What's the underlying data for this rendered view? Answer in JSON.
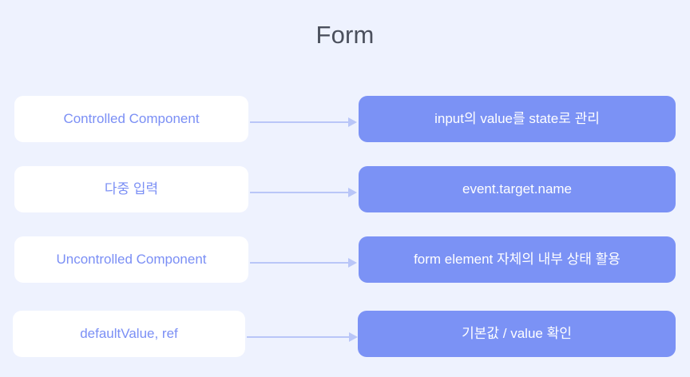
{
  "slide": {
    "title": "Form",
    "background_color": "#eef2fe",
    "title_color": "#4b505d",
    "card_left_bg": "#ffffff",
    "card_left_text_color": "#7b8ff5",
    "card_right_bg": "#7b92f5",
    "card_right_text_color": "#ffffff",
    "arrow_color": "#b9c6f8"
  },
  "rows": [
    {
      "left_label": "Controlled Component",
      "right_label": "input의 value를 state로 관리",
      "arrow": "arrow-right-icon"
    },
    {
      "left_label": "다중 입력",
      "right_label": "event.target.name",
      "arrow": "arrow-right-icon"
    },
    {
      "left_label": "Uncontrolled Component",
      "right_label": "form element 자체의 내부 상태 활용",
      "arrow": "arrow-right-icon"
    },
    {
      "left_label": "defaultValue, ref",
      "right_label": "기본값 / value 확인",
      "arrow": "arrow-right-icon"
    }
  ]
}
